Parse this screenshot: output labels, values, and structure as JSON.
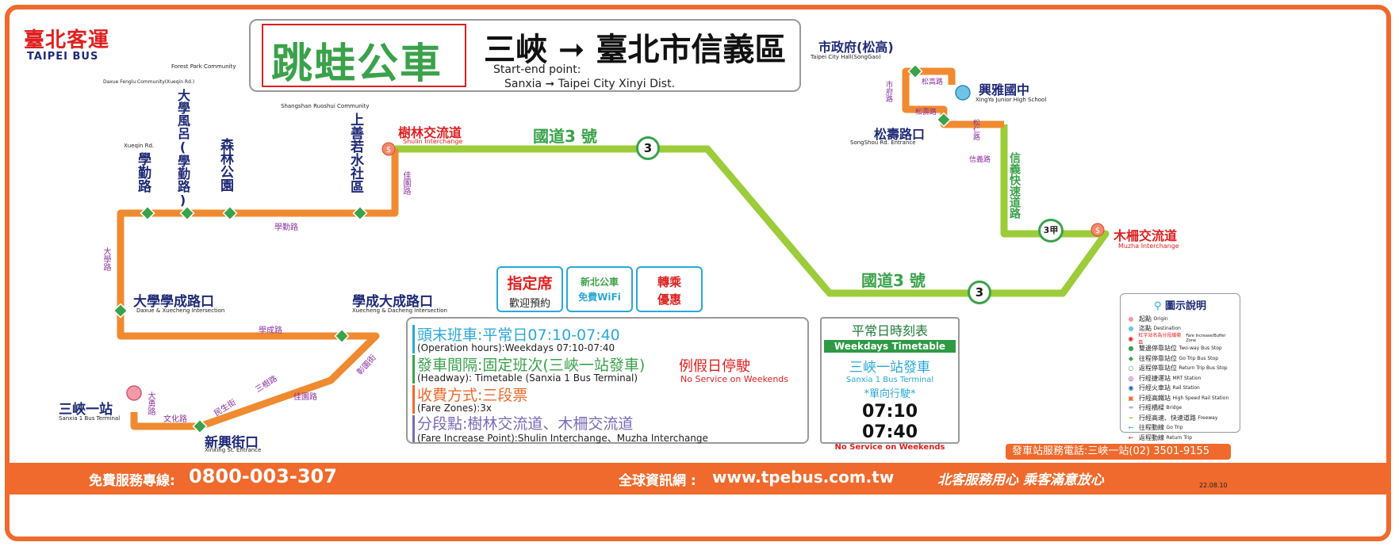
{
  "brand": {
    "logo_zh": "臺北客運",
    "logo_en": "TAIPEI BUS"
  },
  "header": {
    "service_name": "跳蛙公車",
    "route_title_zh": "三峽 ➞ 臺北市信義區",
    "start_end_label": "Start-end point:",
    "start_end_en": "Sanxia ➞ Taipei City  Xinyi Dist."
  },
  "stops": {
    "sanxia": {
      "zh": "三峽一站",
      "en": "Sanxia 1 Bus Terminal"
    },
    "xinxing": {
      "zh": "新興街口",
      "en": "Xinxing St. Entrance"
    },
    "daxue_xuecheng": {
      "zh": "大學學成路口",
      "en": "Daxue & Xuecheng Intersection"
    },
    "xuecheng_dacheng": {
      "zh": "學成大成路口",
      "en": "Xuecheng & Dacheng Intersection"
    },
    "xueqin": {
      "zh": "學勤路",
      "en": "Xueqin Rd."
    },
    "daxue_fenglu": {
      "zh": "大學風呂(學勤路)",
      "en": "Daxue Fenglu Community(Xueqin Rd.)"
    },
    "forest_park": {
      "zh": "森林公園",
      "en": "Forest Park Community"
    },
    "shangshan": {
      "zh": "上善若水社區",
      "en": "Shangshan Ruoshui Community"
    },
    "shulin": {
      "zh": "樹林交流道",
      "en": "Shulin Interchange"
    },
    "muzha": {
      "zh": "木柵交流道",
      "en": "Muzha Interchange"
    },
    "songshou": {
      "zh": "松壽路口",
      "en": "SongShou Rd. Entrance"
    },
    "city_hall": {
      "zh": "市政府(松高)",
      "en": "Taipei City Hall(SongGao)"
    },
    "xingya": {
      "zh": "興雅國中",
      "en": "XingYa Junior High School"
    }
  },
  "roads": {
    "daxue": "大學路",
    "xueqin": "學勤路",
    "xuecheng": "學成路",
    "jiayuan_upper": "佳園路",
    "jiayuan_lower": "佳園路",
    "dayong": "大勇路",
    "wenhua": "文化路",
    "minsheng": "民生街",
    "sanshu": "三樹路",
    "zhangchuan": "彰園街",
    "freeway3_a": "國道3 號",
    "freeway3_b": "國道3 號",
    "xinyi_expressway": "信義快速道路",
    "songgao": "松高路",
    "shifu": "市府路",
    "songshou": "松壽路",
    "songren": "松仁路",
    "xinyi": "信義路",
    "shield_3": "3",
    "shield_3a": "3甲"
  },
  "badges": {
    "reserved_1": "指定席",
    "reserved_2": "歡迎預約",
    "wifi_1": "新北公車",
    "wifi_2": "免費WiFi",
    "transfer_1": "轉乘",
    "transfer_2": "優惠"
  },
  "info": {
    "hours_zh": "頭末班車:平常日07:10-07:40",
    "hours_en": "(Operation hours):Weekdays 07:10-07:40",
    "headway_zh": "發車間隔:固定班次(三峽一站發車)",
    "headway_en": "(Headway): Timetable (Sanxia 1 Bus Terminal)",
    "fare_zh": "收費方式:三段票",
    "fare_en": "(Fare Zones):3x",
    "fare_point_zh": "分段點:樹林交流道、木柵交流道",
    "fare_point_en": "(Fare Increase Point):Shulin Interchange、Muzha Interchange",
    "no_service_zh": "例假日停駛",
    "no_service_en": "No Service on Weekends"
  },
  "timetable": {
    "title_zh": "平常日時刻表",
    "title_en": "Weekdays  Timetable",
    "origin_zh": "三峽一站發車",
    "origin_en": "Sanxia 1 Bus Terminal",
    "oneway": "*單向行駛*",
    "times": [
      "07:10",
      "07:40"
    ],
    "note": "No Service on Weekends"
  },
  "legend": {
    "title": "圖示說明",
    "items": [
      {
        "zh": "起點",
        "en": "Origin"
      },
      {
        "zh": "迄點",
        "en": "Destination"
      },
      {
        "zh": "紅字站名為分段緩衝區",
        "en": "Fare Increase/Buffer Zone"
      },
      {
        "zh": "雙邊停靠站位",
        "en": "Two-way Bus Stop"
      },
      {
        "zh": "往程停靠站位",
        "en": "Go Trip Bus Stop"
      },
      {
        "zh": "返程停靠站位",
        "en": "Return Trip Bus Stop"
      },
      {
        "zh": "行經捷運站",
        "en": "MRT Station"
      },
      {
        "zh": "行經火車站",
        "en": "Rail Station"
      },
      {
        "zh": "行經高鐵站",
        "en": "High Speed Rail Station"
      },
      {
        "zh": "行經橋樑",
        "en": "Bridge"
      },
      {
        "zh": "行經高速、快速道路",
        "en": "Freeway"
      },
      {
        "zh": "往程動線",
        "en": "Go Trip"
      },
      {
        "zh": "返程動線",
        "en": "Return Trip"
      }
    ]
  },
  "footer": {
    "hotline_label": "免費服務專線:",
    "hotline_number": "0800-003-307",
    "web_label": "全球資訊網 :",
    "web_url": "www.tpebus.com.tw",
    "slogan": "北客服務用心  乘客滿意放心",
    "station_phone": "發車站服務電話:三峽一站(02) 3501-9155",
    "date": "22.08.10"
  },
  "colors": {
    "orange": "#f08a30",
    "green": "#9ccc3a",
    "navy": "#1f2a77",
    "red": "#e02020",
    "footer": "#ef6a2c"
  }
}
